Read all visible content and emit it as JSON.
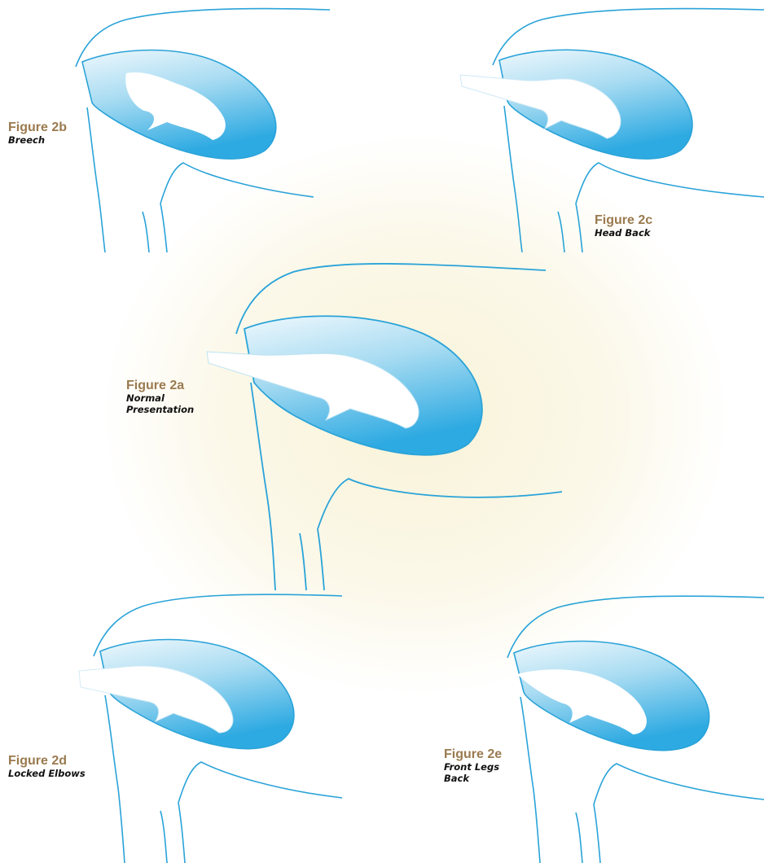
{
  "colors": {
    "outline": "#2aa3d8",
    "fill_dark": "#36aee3",
    "fill_light": "#e8f6fc",
    "caption_title": "#9a7a4f",
    "background_glow": "#f8f2d6"
  },
  "figures": [
    {
      "id": "2b",
      "title": "Figure 2b",
      "subtitle": "Breech"
    },
    {
      "id": "2c",
      "title": "Figure 2c",
      "subtitle": "Head Back"
    },
    {
      "id": "2a",
      "title": "Figure 2a",
      "subtitle": "Normal\nPresentation"
    },
    {
      "id": "2d",
      "title": "Figure 2d",
      "subtitle": "Locked Elbows"
    },
    {
      "id": "2e",
      "title": "Figure 2e",
      "subtitle": "Front Legs\nBack"
    }
  ]
}
